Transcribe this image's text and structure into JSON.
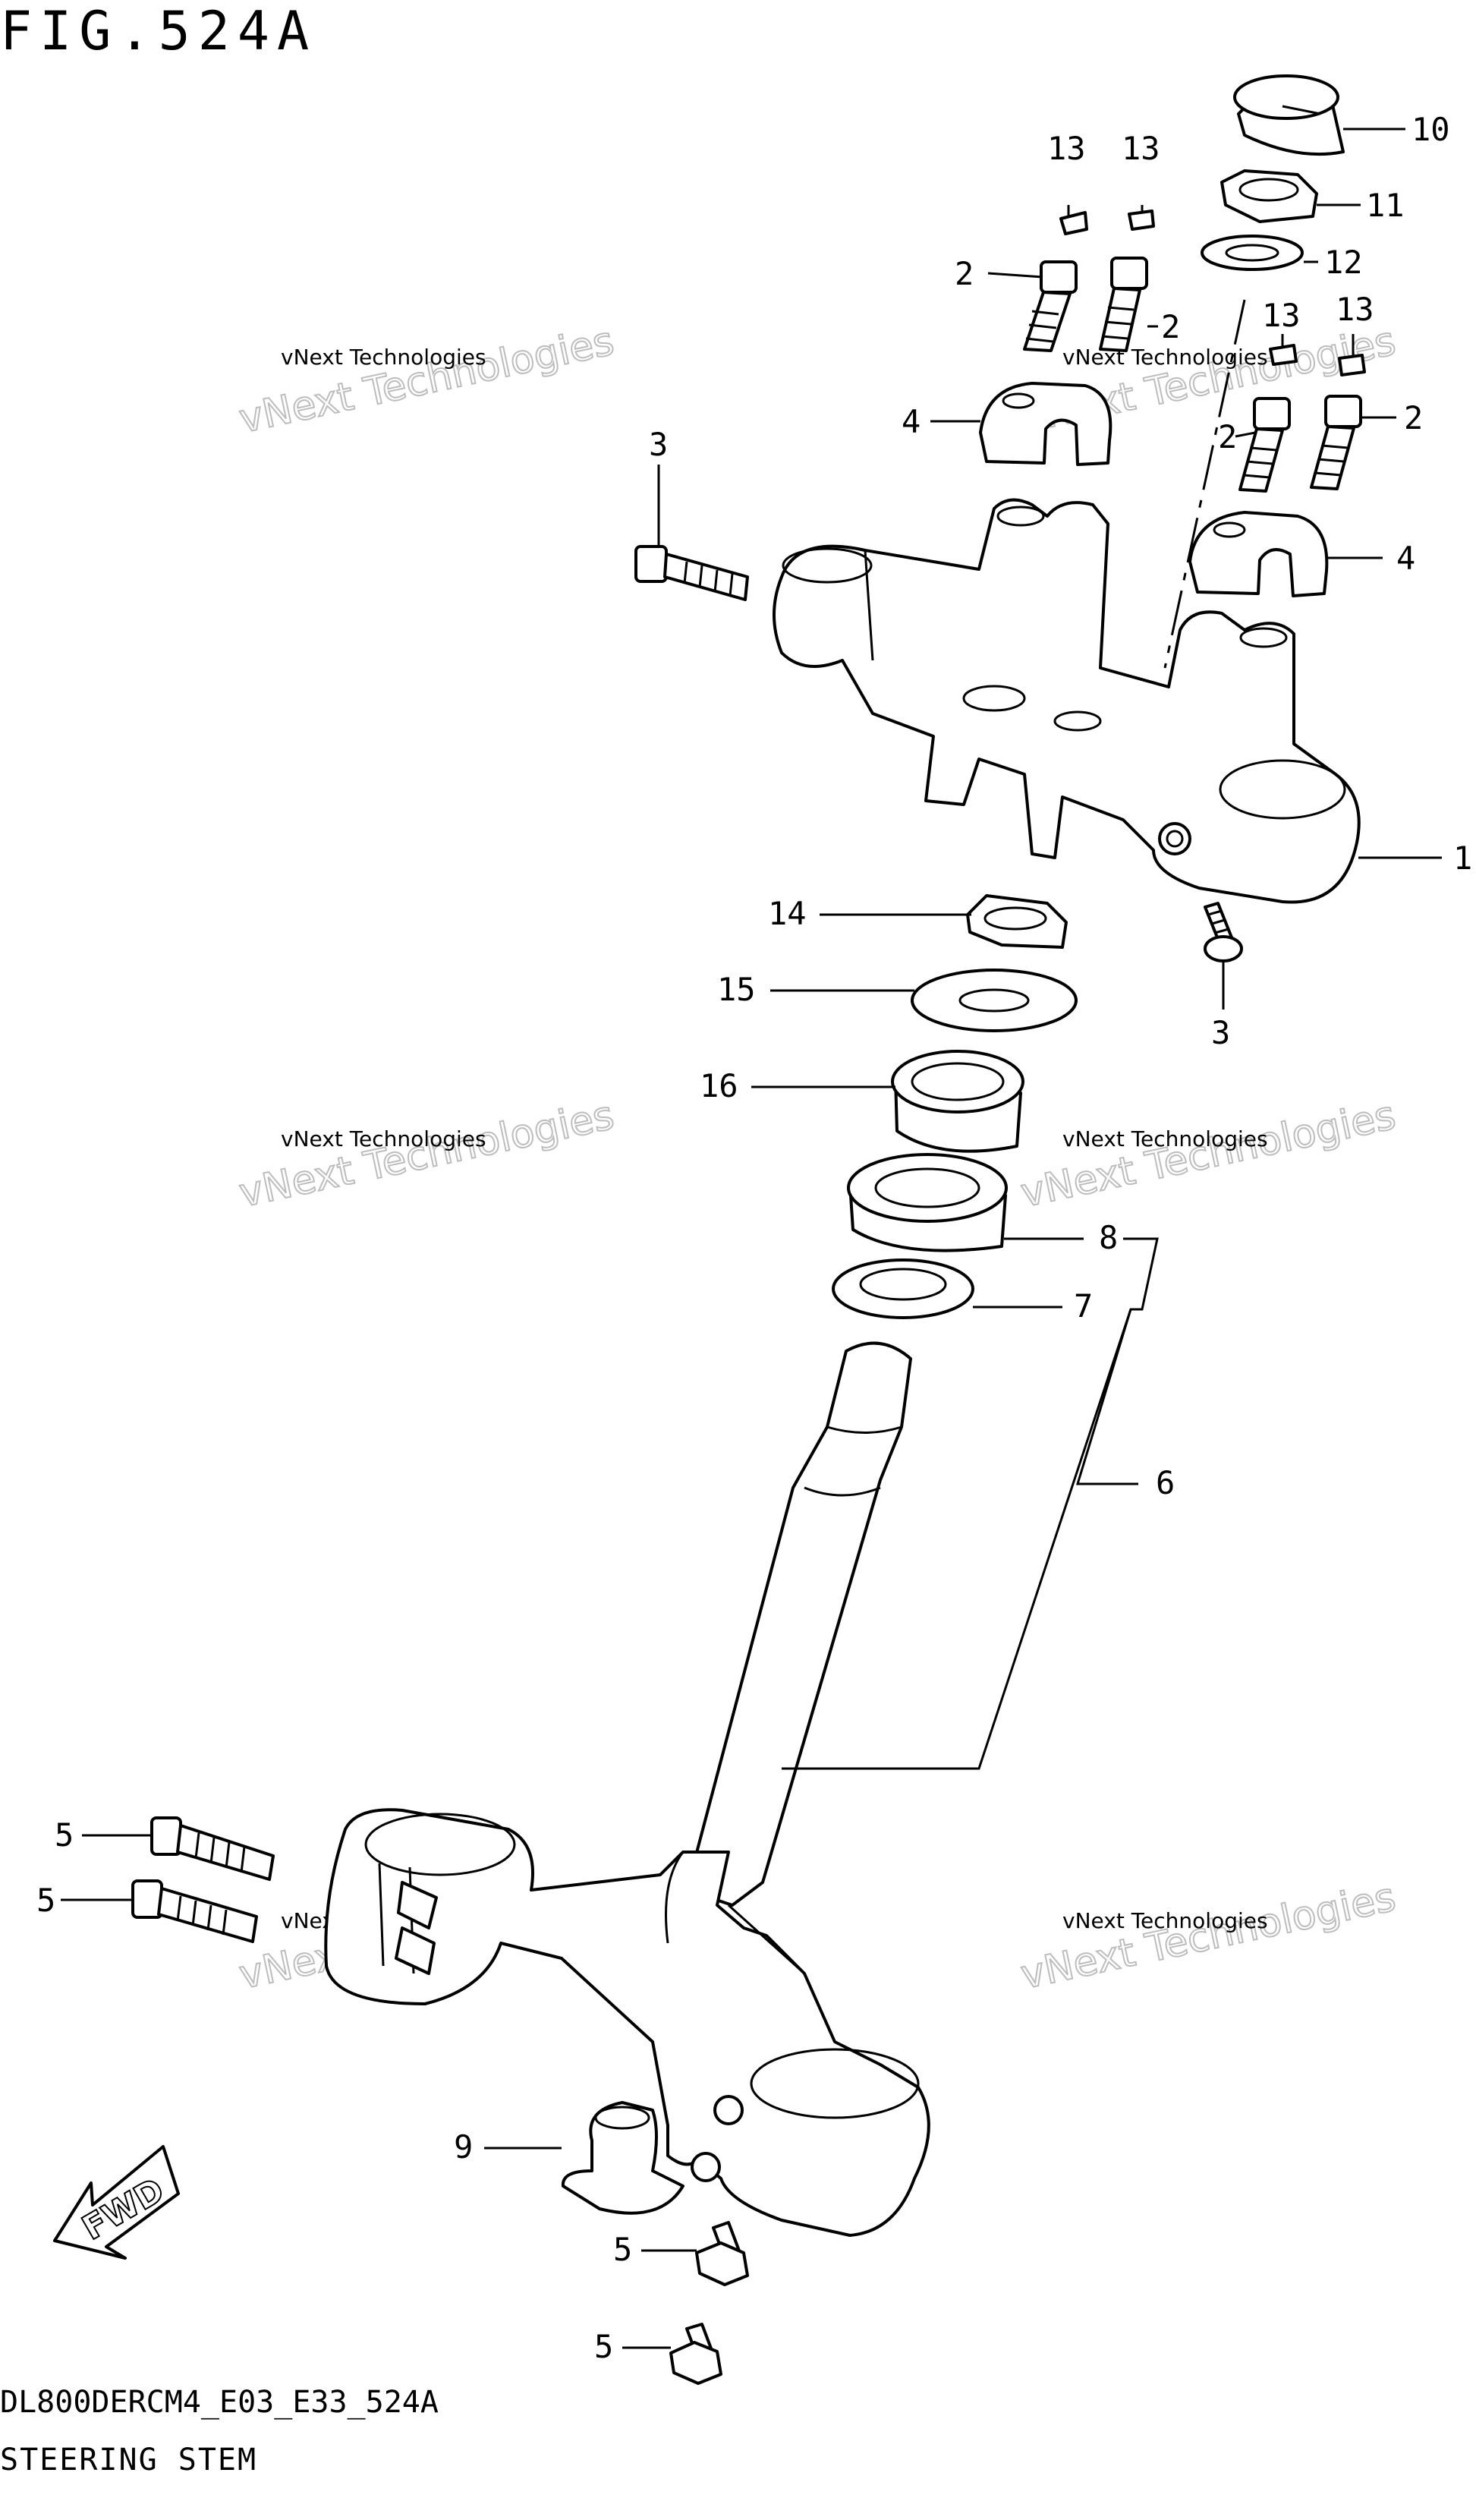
{
  "figure": {
    "title": "FIG.524A",
    "model_code": "DL800DERCM4_E03_E33_524A",
    "section_name": "STEERING STEM"
  },
  "watermark": {
    "line1": "vNext Technologies",
    "line2": "vNext Technologies"
  },
  "direction_badge": "FWD",
  "callouts": {
    "c10": "10",
    "c11": "11",
    "c12": "12",
    "c13a": "13",
    "c13b": "13",
    "c13c": "13",
    "c13d": "13",
    "c2a": "2",
    "c2b": "2",
    "c2c": "2",
    "c2d": "2",
    "c3a": "3",
    "c3b": "3",
    "c4a": "4",
    "c4b": "4",
    "c1": "1",
    "c14": "14",
    "c15": "15",
    "c16": "16",
    "c8": "8",
    "c7": "7",
    "c6": "6",
    "c5a": "5",
    "c5b": "5",
    "c5c": "5",
    "c5d": "5",
    "c9": "9"
  }
}
